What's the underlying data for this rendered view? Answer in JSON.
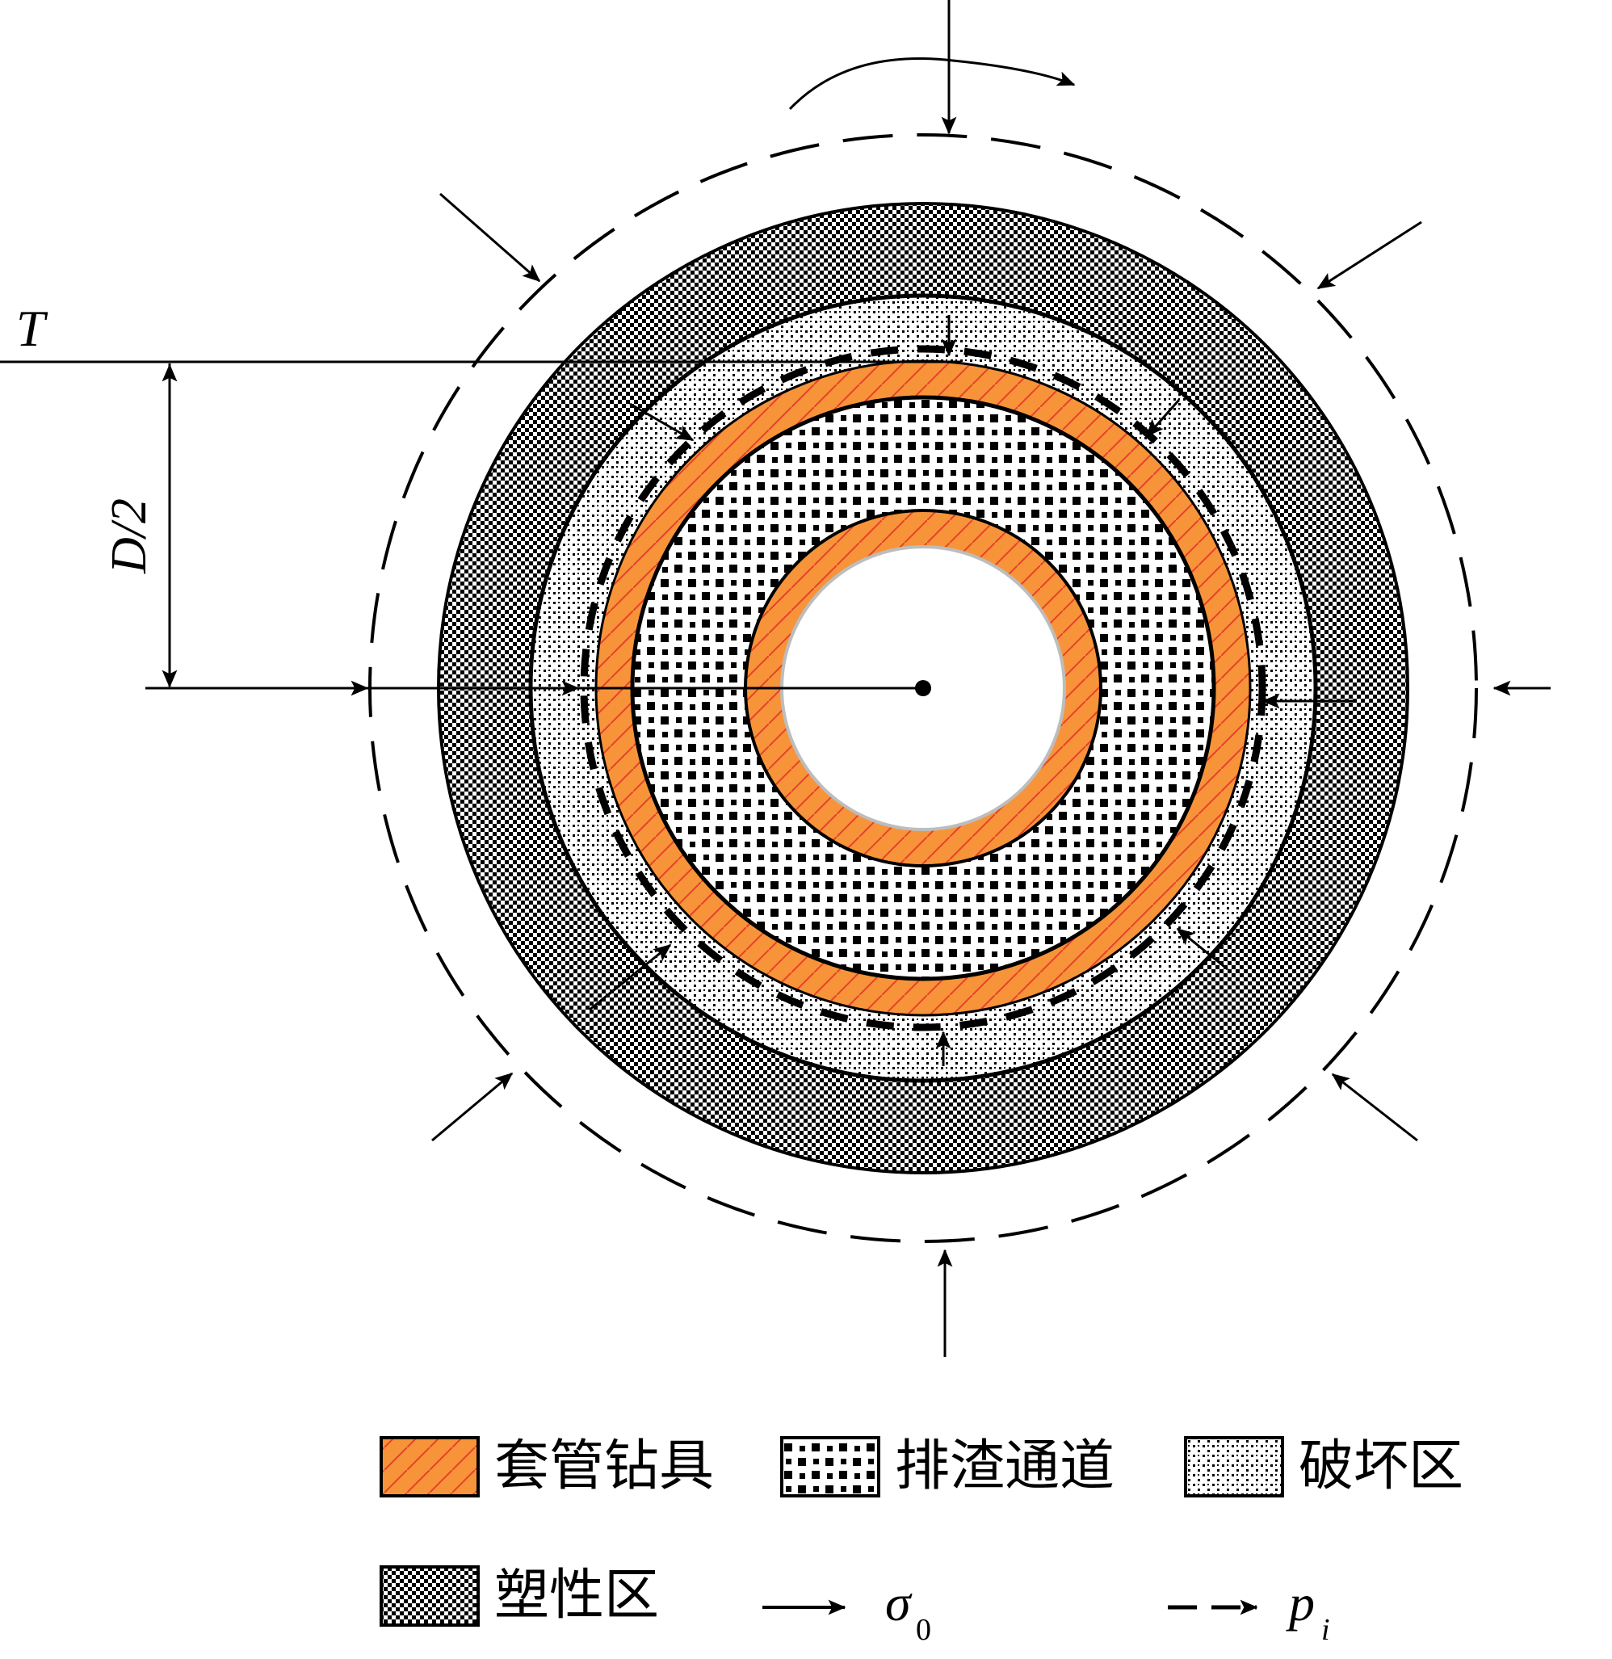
{
  "diagram": {
    "labels": {
      "torque": "T",
      "half_diameter": "D/2"
    },
    "colors": {
      "casing_orange": "#f7943a",
      "casing_line": "#e8402a",
      "ink": "#000000",
      "background": "#ffffff"
    }
  },
  "legend": {
    "casing_drill": "套管钻具",
    "slag_channel": "排渣通道",
    "damage_zone": "破坏区",
    "plastic_zone": "塑性区",
    "sigma_symbol": "σ",
    "sigma_subscript": "0",
    "p_symbol": "p",
    "p_subscript": "i"
  }
}
